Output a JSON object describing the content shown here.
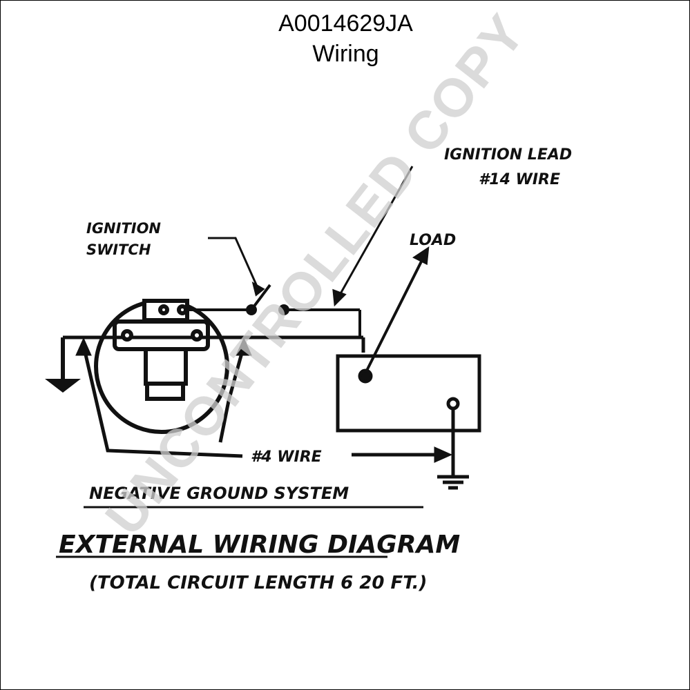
{
  "header": {
    "part_number": "A0014629JA",
    "subtitle": "Wiring"
  },
  "diagram": {
    "labels": {
      "ignition_switch_line1": "IGNITION",
      "ignition_switch_line2": "SWITCH",
      "ignition_lead_line1": "IGNITION LEAD",
      "ignition_lead_line2": "#14 WIRE",
      "load": "LOAD",
      "wire_4": "#4 WIRE",
      "system": "NEGATIVE GROUND SYSTEM",
      "heading": "EXTERNAL WIRING DIAGRAM",
      "note": "(TOTAL CIRCUIT LENGTH 6 20 FT.)"
    },
    "watermark": "UNCONTROLLED COPY"
  },
  "colors": {
    "ink": "#111111",
    "watermark": "#d0d0d0",
    "background": "#ffffff"
  }
}
